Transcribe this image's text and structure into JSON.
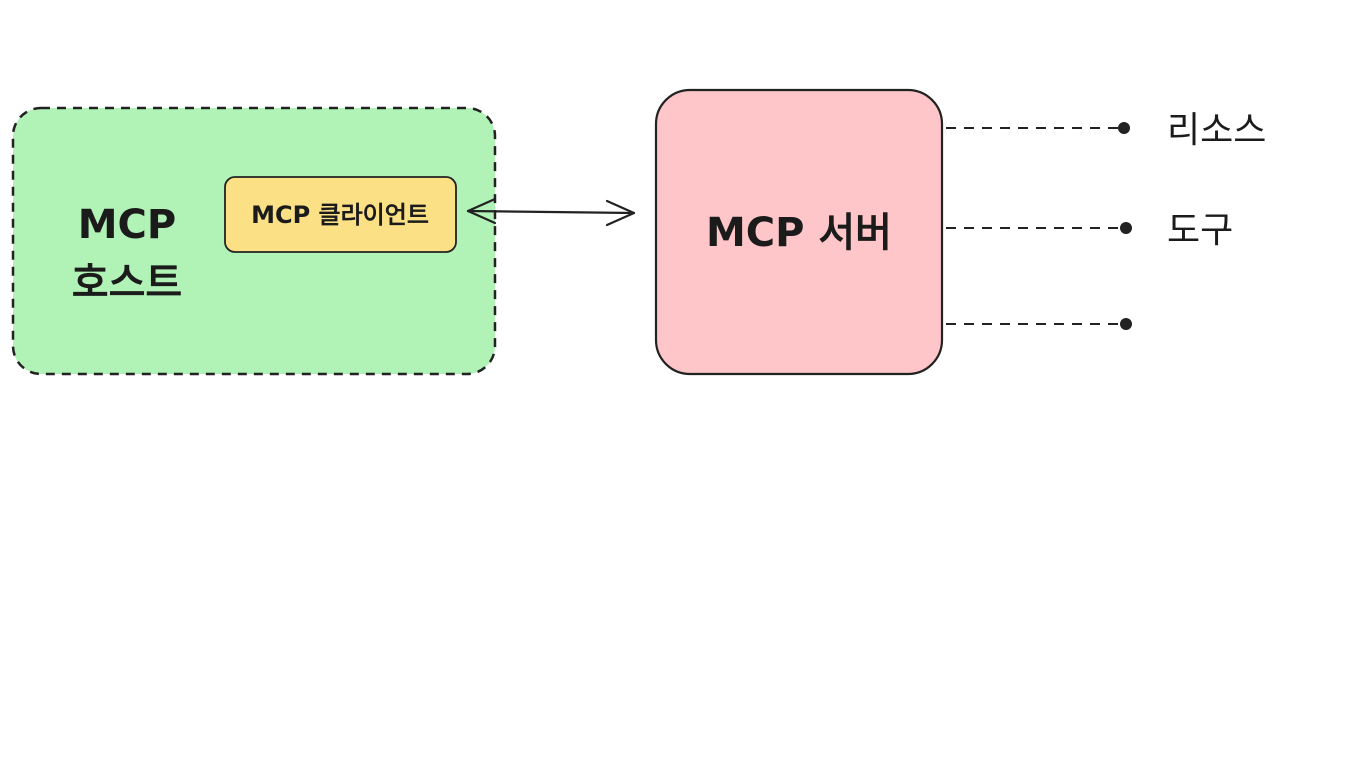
{
  "diagram": {
    "host": {
      "title_line1": "MCP",
      "title_line2": "호스트",
      "fill": "#b1f2b6",
      "stroke": "#222222"
    },
    "client": {
      "label": "MCP 클라이언트",
      "fill": "#fbe086",
      "stroke": "#222222"
    },
    "server": {
      "label": "MCP 서버",
      "fill": "#ffc6c9",
      "stroke": "#222222"
    },
    "outputs": [
      {
        "label": "리소스"
      },
      {
        "label": "도구"
      },
      {
        "label": ""
      }
    ],
    "connector": {
      "type": "bidirectional-arrow",
      "color": "#222222"
    }
  }
}
